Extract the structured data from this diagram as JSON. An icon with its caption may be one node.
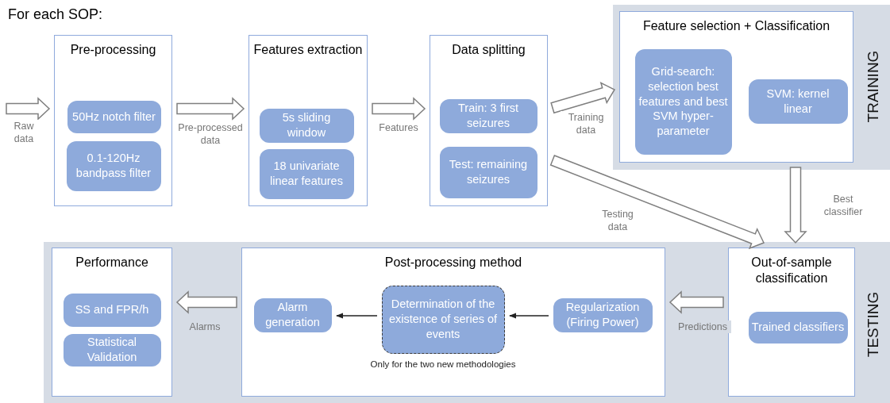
{
  "diagram": {
    "title": "For each SOP:",
    "nodes": [
      {
        "text": [
          "TRAINING"
        ]
      },
      {
        "text": [
          "Feature selection + Classification"
        ],
        "in": 0
      },
      {
        "text": [
          "Grid-search: selection best features and best SVM hyper-parameter"
        ],
        "in": 1
      },
      {
        "text": [
          "SVM: kernel linear"
        ],
        "in": 1
      },
      {
        "text": [
          "Pre-processing"
        ]
      },
      {
        "text": [
          "50Hz notch filter"
        ],
        "in": 4
      },
      {
        "text": [
          "0.1-120Hz bandpass filter"
        ],
        "in": 4
      },
      {
        "text": [
          "Features extraction"
        ]
      },
      {
        "text": [
          "5s sliding window"
        ],
        "in": 7
      },
      {
        "text": [
          "18 univariate linear features"
        ],
        "in": 7
      },
      {
        "text": [
          "Data splitting"
        ]
      },
      {
        "text": [
          "Train: 3 first seizures"
        ],
        "in": 10
      },
      {
        "text": [
          "Test: remaining seizures"
        ],
        "in": 10
      },
      {
        "text": [
          "TESTING"
        ]
      },
      {
        "text": [
          "Performance"
        ],
        "in": 13
      },
      {
        "text": [
          "SS and FPR/h"
        ],
        "in": 14
      },
      {
        "text": [
          "Statistical Validation"
        ],
        "in": 14
      },
      {
        "text": [
          "Post-processing method"
        ],
        "in": 13
      },
      {
        "text": [
          "Alarm generation"
        ],
        "in": 17
      },
      {
        "text": [
          "Determination of the existence of series of events"
        ],
        "in": 17,
        "beside": [
          "Only for the two new methodologies"
        ]
      },
      {
        "text": [
          "Regularization (Firing Power)"
        ],
        "in": 17
      },
      {
        "text": [
          "Out-of-sample classification"
        ],
        "in": 13
      },
      {
        "text": [
          "Trained classifiers"
        ],
        "in": 21
      }
    ],
    "edges": [
      {
        "from": null,
        "to": 4,
        "arrow": "to",
        "label": "Raw data",
        "style": "thick"
      },
      {
        "from": 4,
        "to": 7,
        "arrow": "to",
        "label": "Pre-processed data",
        "style": "thick"
      },
      {
        "from": 7,
        "to": 10,
        "arrow": "to",
        "label": "Features",
        "style": "thick"
      },
      {
        "from": 10,
        "to": 1,
        "arrow": "to",
        "label": "Training data",
        "style": "thick"
      },
      {
        "from": 10,
        "to": 21,
        "arrow": "to",
        "label": "Testing data",
        "style": "thick"
      },
      {
        "from": 1,
        "to": 21,
        "arrow": "to",
        "label": "Best classifier",
        "style": "thick"
      },
      {
        "from": 21,
        "to": 17,
        "arrow": "to",
        "label": "Predictions",
        "style": "thick"
      },
      {
        "from": 20,
        "to": 19,
        "arrow": "to"
      },
      {
        "from": 19,
        "to": 18,
        "arrow": "to"
      },
      {
        "from": 17,
        "to": 14,
        "arrow": "to",
        "label": "Alarms",
        "style": "thick"
      }
    ]
  }
}
